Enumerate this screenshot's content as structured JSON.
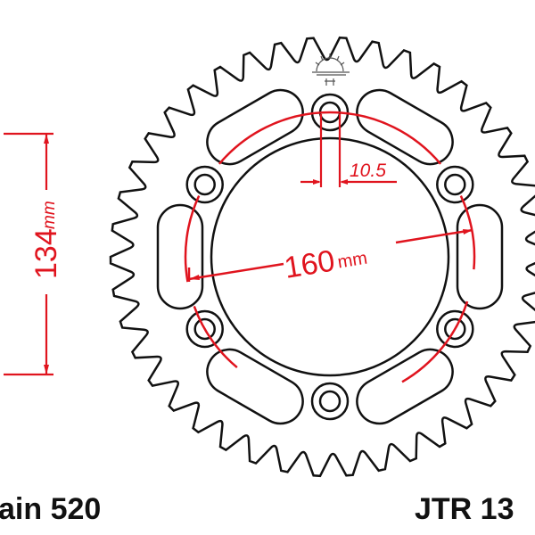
{
  "colors": {
    "outline": "#111111",
    "dimension": "#e0141e"
  },
  "dimensions": {
    "bolt_circle_value": "160",
    "bolt_circle_unit": "mm",
    "center_bore_value": "134",
    "center_bore_unit": "mm",
    "bolt_hole_value": "10.5"
  },
  "labels": {
    "chain": "ain 520",
    "part_number": "JTR 13"
  },
  "logo": {
    "icon": "rising-sun-logo-icon"
  }
}
